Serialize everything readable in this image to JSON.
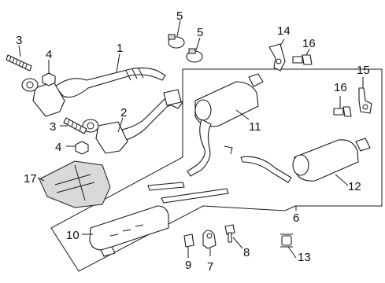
{
  "callouts": [
    {
      "id": "c1",
      "text": "1"
    },
    {
      "id": "c2",
      "text": "2"
    },
    {
      "id": "c3a",
      "text": "3"
    },
    {
      "id": "c3b",
      "text": "3"
    },
    {
      "id": "c4a",
      "text": "4"
    },
    {
      "id": "c4b",
      "text": "4"
    },
    {
      "id": "c5a",
      "text": "5"
    },
    {
      "id": "c5b",
      "text": "5"
    },
    {
      "id": "c6",
      "text": "6"
    },
    {
      "id": "c7",
      "text": "7"
    },
    {
      "id": "c8",
      "text": "8"
    },
    {
      "id": "c9",
      "text": "9"
    },
    {
      "id": "c10",
      "text": "10"
    },
    {
      "id": "c11",
      "text": "11"
    },
    {
      "id": "c12",
      "text": "12"
    },
    {
      "id": "c13",
      "text": "13"
    },
    {
      "id": "c14",
      "text": "14"
    },
    {
      "id": "c15",
      "text": "15"
    },
    {
      "id": "c16a",
      "text": "16"
    },
    {
      "id": "c16b",
      "text": "16"
    },
    {
      "id": "c17",
      "text": "17"
    }
  ]
}
